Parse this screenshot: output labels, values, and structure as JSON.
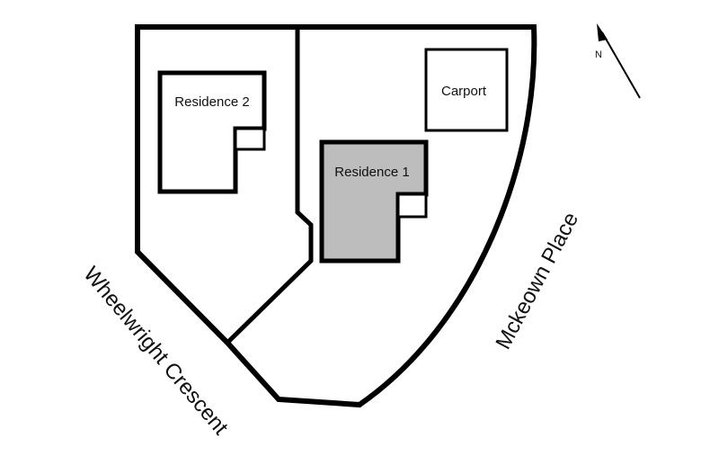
{
  "diagram": {
    "type": "site-plan",
    "buildings": [
      {
        "id": "residence-1",
        "label": "Residence 1",
        "fill": "#bdbdbd"
      },
      {
        "id": "residence-2",
        "label": "Residence 2",
        "fill": "#ffffff"
      },
      {
        "id": "carport",
        "label": "Carport",
        "fill": "#ffffff"
      }
    ],
    "streets": [
      {
        "id": "wheelwright",
        "label": "Wheelwright Crescent"
      },
      {
        "id": "mckeown",
        "label": "Mckeown Place"
      }
    ],
    "compass": {
      "label": "N"
    },
    "colors": {
      "stroke": "#000000",
      "residence1_fill": "#bdbdbd",
      "background": "#ffffff"
    }
  }
}
